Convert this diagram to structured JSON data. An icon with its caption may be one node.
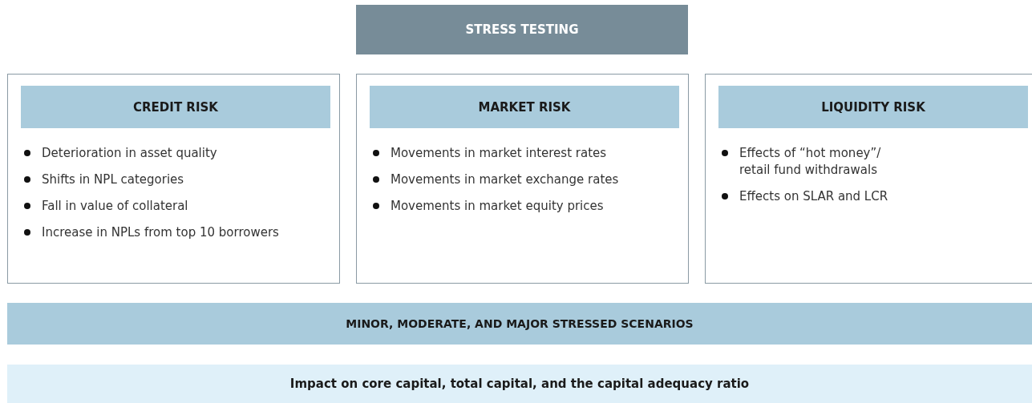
{
  "diagram": {
    "nodes": [
      {
        "text": [
          "STRESS TESTING"
        ]
      },
      {
        "text": [
          "Deterioration in asset quality",
          "Shifts in NPL categories",
          "Fall in value of collateral",
          "Increase in NPLs from top 10 borrowers"
        ]
      },
      {
        "text": [
          "CREDIT RISK"
        ],
        "in": 1
      },
      {
        "text": [
          "Movements in market interest rates",
          "Movements in market exchange rates",
          "Movements in market equity prices"
        ]
      },
      {
        "text": [
          "MARKET RISK"
        ],
        "in": 3
      },
      {
        "text": [
          "Effects of “hot money”/ retail fund withdrawals",
          "Effects on SLAR and LCR"
        ]
      },
      {
        "text": [
          "LIQUIDITY RISK"
        ],
        "in": 5
      },
      {
        "text": [
          "MINOR, MODERATE, AND MAJOR STRESSED SCENARIOS"
        ]
      },
      {
        "text": [
          "Impact on core capital, total capital, and the capital adequacy ratio"
        ]
      }
    ],
    "edges": []
  }
}
